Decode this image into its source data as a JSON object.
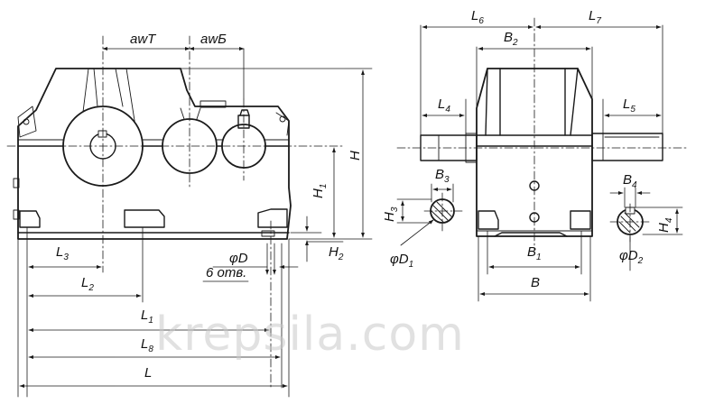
{
  "watermark": "krepsila.com",
  "labels": {
    "awT": "awT",
    "awB": "awБ",
    "H": "H",
    "H1": "H",
    "H1_sub": "1",
    "H2": "H",
    "H2_sub": "2",
    "H3": "H",
    "H3_sub": "3",
    "H4": "H",
    "H4_sub": "4",
    "D": "φD",
    "D1": "φD",
    "D1_sub": "1",
    "D2": "φD",
    "D2_sub": "2",
    "holes": "6 отв.",
    "L": "L",
    "L1": "L",
    "L1_sub": "1",
    "L2": "L",
    "L2_sub": "2",
    "L3": "L",
    "L3_sub": "3",
    "L4": "L",
    "L4_sub": "4",
    "L5": "L",
    "L5_sub": "5",
    "L6": "L",
    "L6_sub": "6",
    "L7": "L",
    "L7_sub": "7",
    "L8": "L",
    "L8_sub": "8",
    "B": "B",
    "B1": "B",
    "B1_sub": "1",
    "B2": "B",
    "B2_sub": "2",
    "B3": "B",
    "B3_sub": "3",
    "B4": "B",
    "B4_sub": "4"
  }
}
